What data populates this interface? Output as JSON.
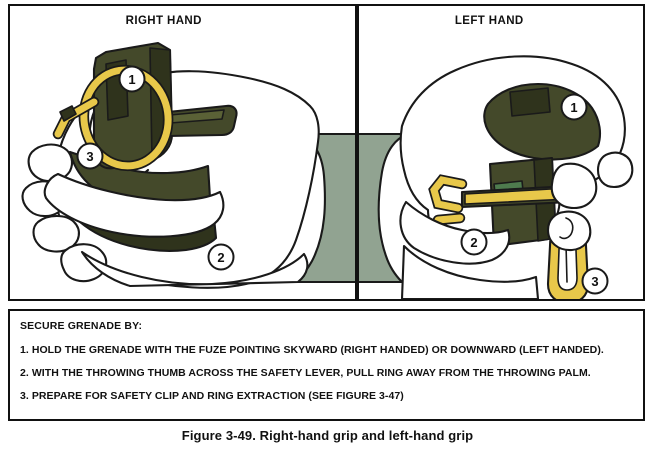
{
  "figure": {
    "caption": "Figure 3-49. Right-hand grip and left-hand grip",
    "panel_headers": {
      "right": "RIGHT HAND",
      "left": "LEFT HAND"
    }
  },
  "instructions": {
    "heading": "SECURE GRENADE BY:",
    "steps": [
      "1. HOLD THE GRENADE WITH THE FUZE POINTING SKYWARD (RIGHT HANDED) OR DOWNWARD (LEFT HANDED).",
      "2. WITH THE THROWING THUMB ACROSS THE SAFETY LEVER, PULL RING AWAY FROM THE THROWING PALM.",
      "3. PREPARE FOR SAFETY CLIP AND RING EXTRACTION (SEE FIGURE 3-47)"
    ]
  },
  "callouts": {
    "right_hand": [
      {
        "number": "1",
        "refers_to": "grenade-body-fuze"
      },
      {
        "number": "2",
        "refers_to": "throwing-thumb-safety-lever"
      },
      {
        "number": "3",
        "refers_to": "pull-ring"
      }
    ],
    "left_hand": [
      {
        "number": "1",
        "refers_to": "grenade-body-fuze"
      },
      {
        "number": "2",
        "refers_to": "throwing-thumb-safety-lever"
      },
      {
        "number": "3",
        "refers_to": "pull-ring"
      }
    ]
  },
  "colors": {
    "frame": "#111111",
    "grenade_body": "#44492a",
    "grenade_body_light": "#5a6136",
    "grenade_shadow": "#2f331c",
    "pull_ring": "#e8c84a",
    "pull_ring_shade": "#c3a32e",
    "sleeve": "#91a391",
    "skin": "#ffffff",
    "outline": "#1a1a1a",
    "callout_fill": "#ffffff",
    "callout_text": "#111111",
    "page_background": "#ffffff"
  }
}
